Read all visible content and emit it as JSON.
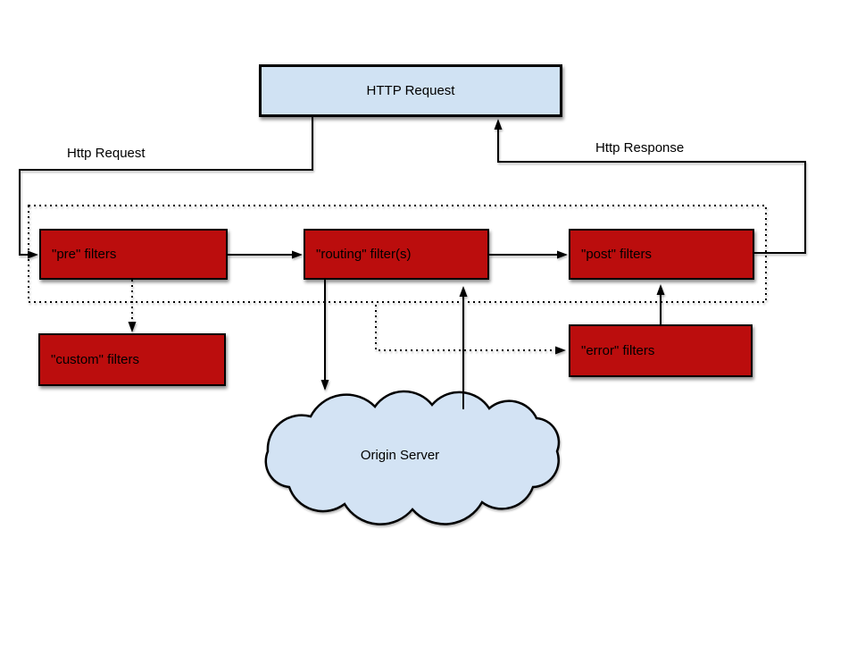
{
  "title_box": {
    "label": "HTTP Request"
  },
  "flow_labels": {
    "request": "Http Request",
    "response": "Http Response"
  },
  "filters": {
    "pre": "\"pre\" filters",
    "routing": "\"routing\" filter(s)",
    "post": "\"post\" filters",
    "custom": "\"custom\" filters",
    "error": "\"error\" filters"
  },
  "cloud": {
    "label": "Origin Server"
  },
  "colors": {
    "filter_box": "#bb0d0d",
    "request_box": "#d0e2f3",
    "cloud_fill": "#d3e3f4",
    "line": "#000000"
  }
}
